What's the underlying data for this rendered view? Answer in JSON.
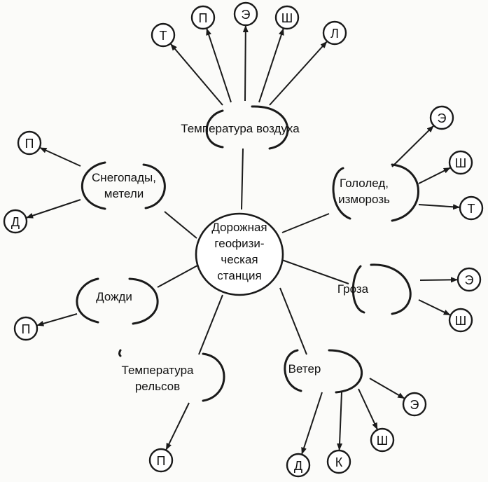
{
  "diagram": {
    "center": [
      "Дорожная",
      "геофизи-",
      "ческая",
      "станция"
    ],
    "nodes": [
      {
        "id": "air",
        "label": [
          "Температура воздуха"
        ],
        "outputs": [
          "Т",
          "П",
          "Э",
          "Ш",
          "Л"
        ]
      },
      {
        "id": "snow",
        "label": [
          "Снегопады,",
          "метели"
        ],
        "outputs": [
          "П",
          "Д"
        ]
      },
      {
        "id": "ice",
        "label": [
          "Гололед,",
          "изморозь"
        ],
        "outputs": [
          "Э",
          "Ш",
          "Т"
        ]
      },
      {
        "id": "storm",
        "label": [
          "Гроза"
        ],
        "outputs": [
          "Э",
          "Ш"
        ]
      },
      {
        "id": "rain",
        "label": [
          "Дожди"
        ],
        "outputs": [
          "П"
        ]
      },
      {
        "id": "wind",
        "label": [
          "Ветер"
        ],
        "outputs": [
          "Д",
          "К",
          "Ш",
          "Э"
        ]
      },
      {
        "id": "rail",
        "label": [
          "Температура",
          "рельсов"
        ],
        "outputs": [
          "П"
        ]
      }
    ]
  }
}
